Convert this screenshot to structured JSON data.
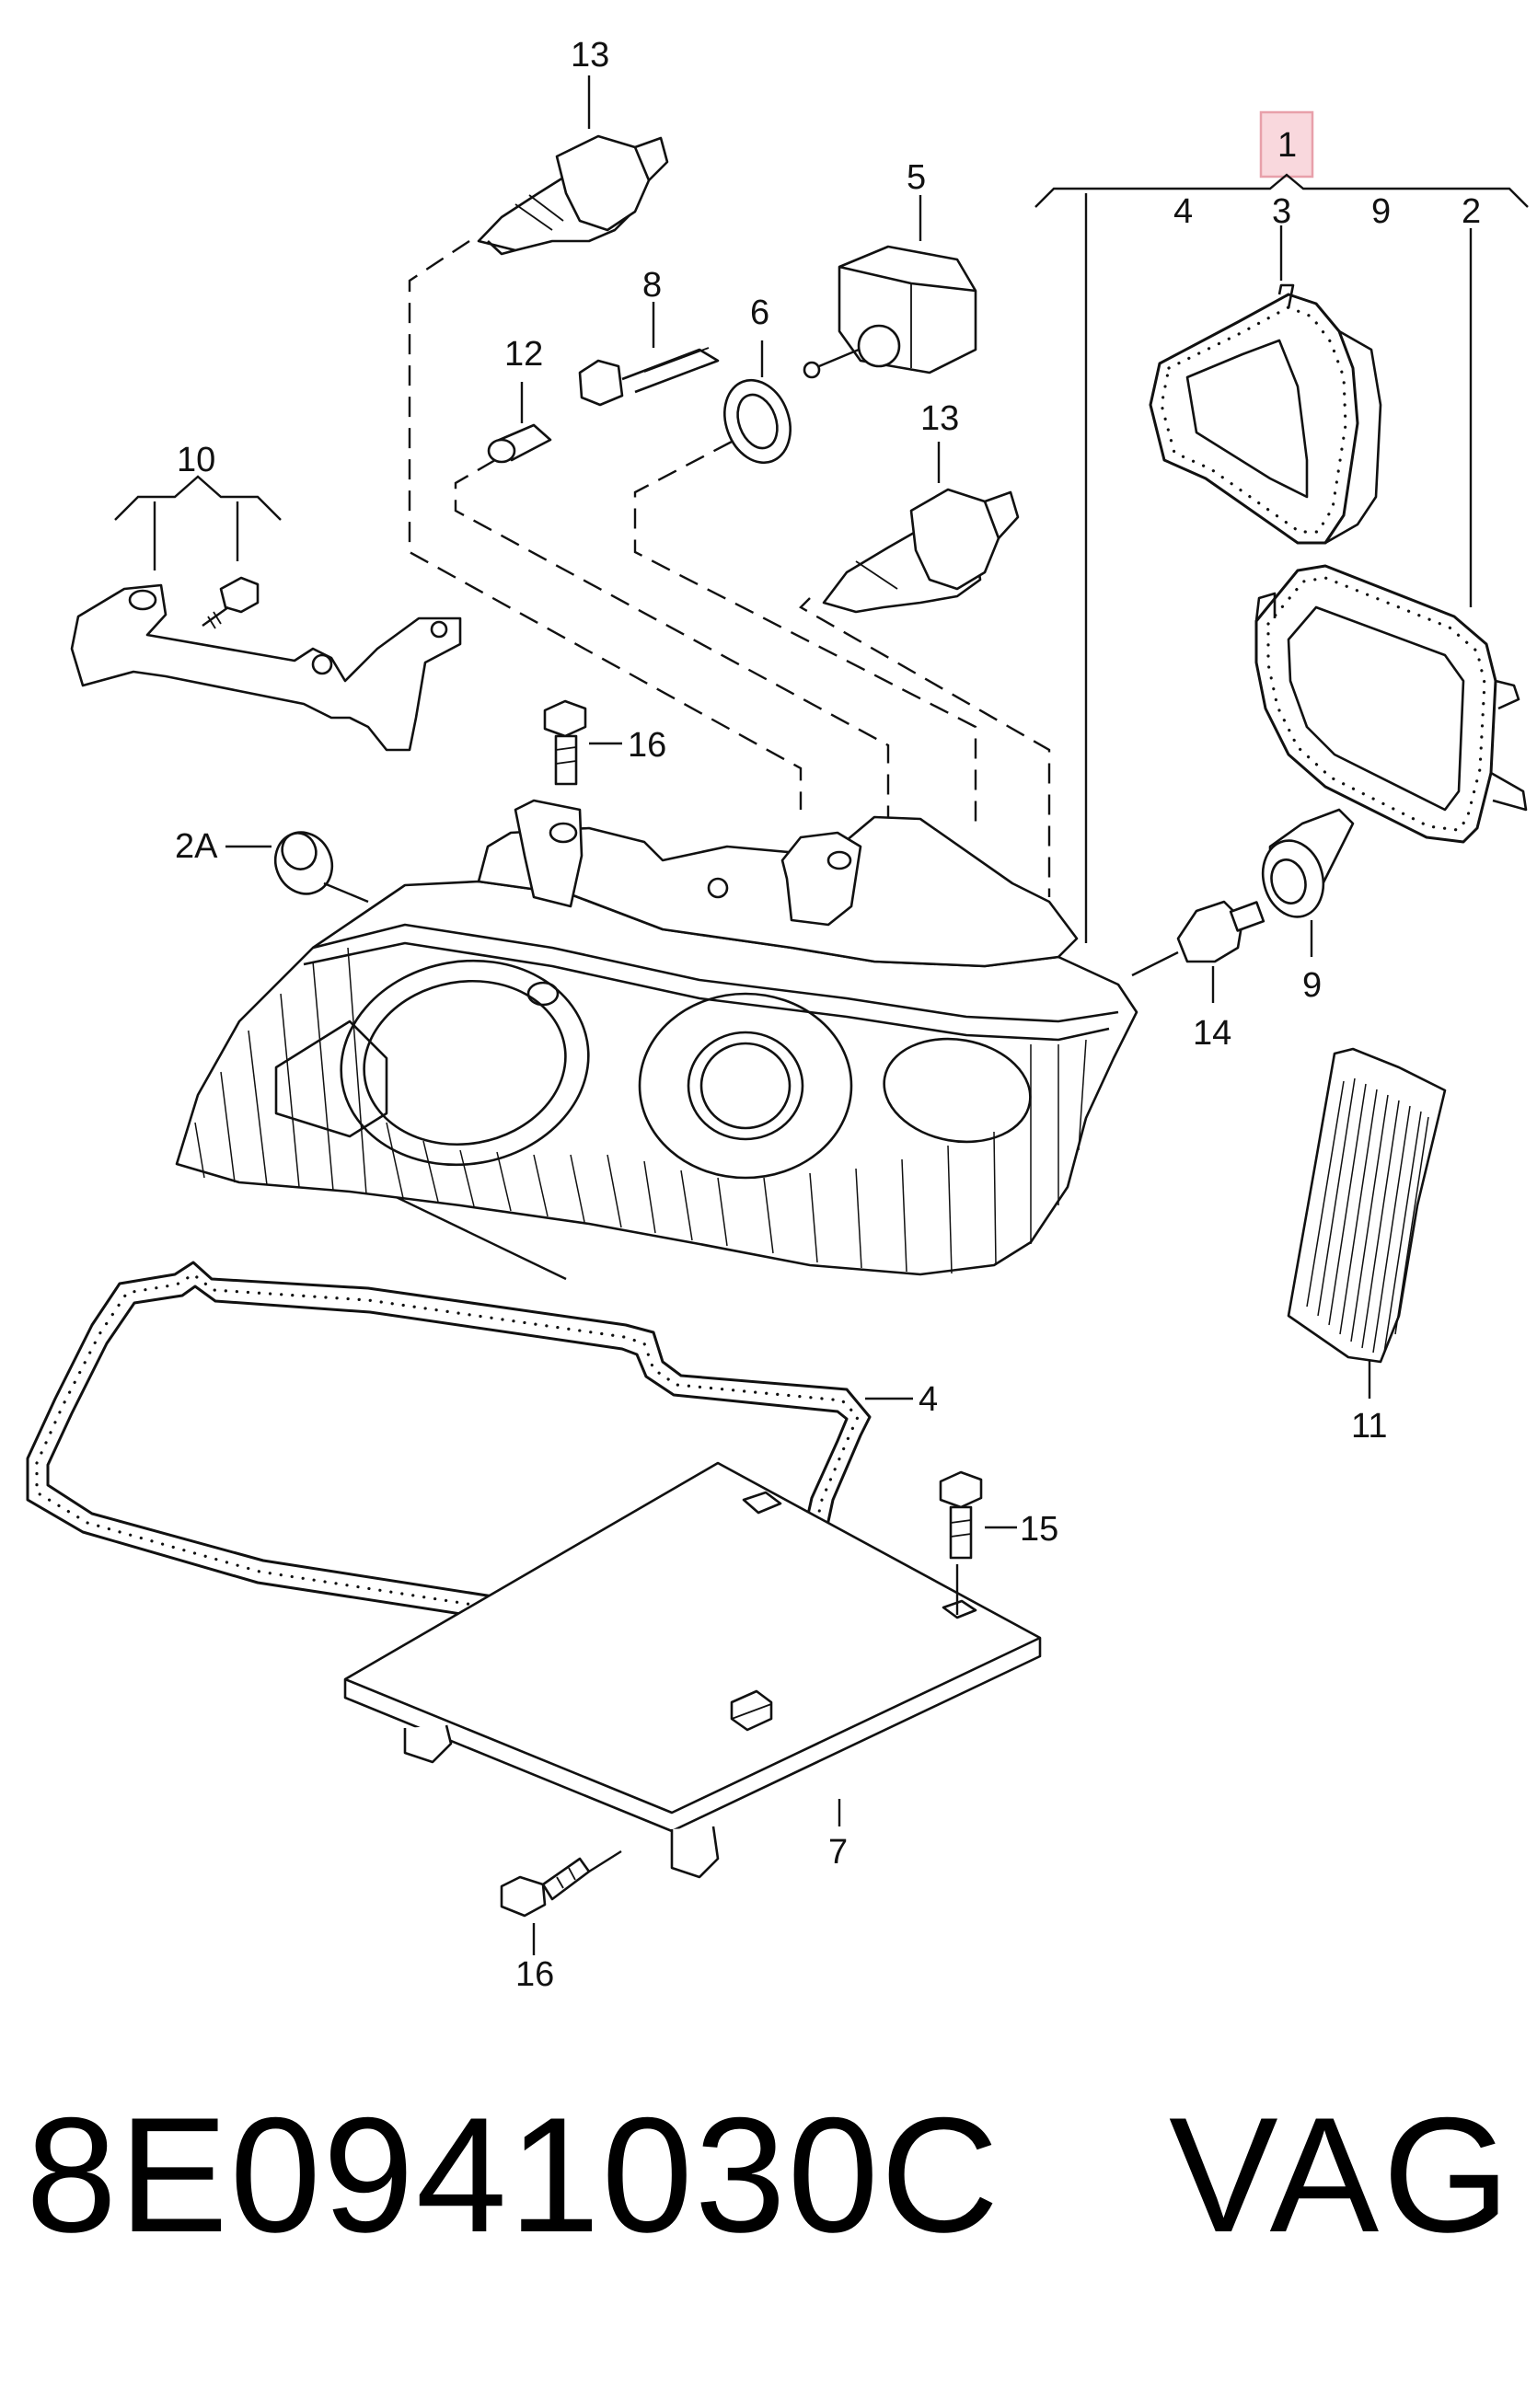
{
  "diagram": {
    "callouts": {
      "c1": "1",
      "c2": "2",
      "c2A": "2A",
      "c3": "3",
      "c4_top": "4",
      "c4": "4",
      "c5": "5",
      "c6": "6",
      "c7": "7",
      "c8": "8",
      "c9_top": "9",
      "c9": "9",
      "c10": "10",
      "c11": "11",
      "c12": "12",
      "c13_top": "13",
      "c13": "13",
      "c14": "14",
      "c15": "15",
      "c16_top": "16",
      "c16_bottom": "16"
    },
    "highlight_color": "#e8a0aa"
  },
  "footer": {
    "part_number": "8E0941030C",
    "brand": "VAG"
  }
}
